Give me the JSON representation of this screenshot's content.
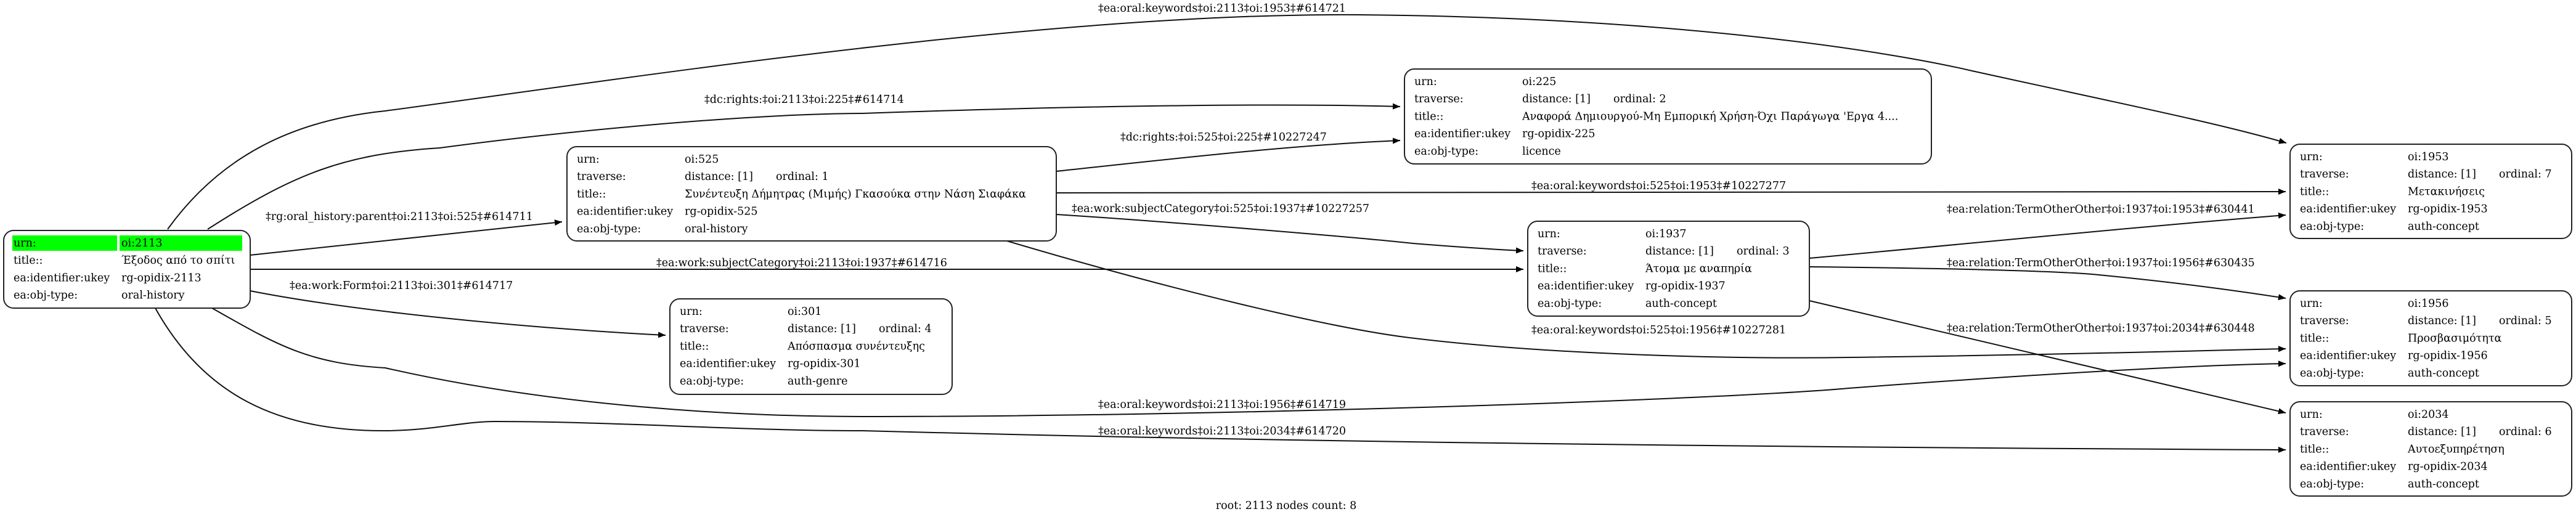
{
  "graph": {
    "footer": "root: 2113 nodes count: 8",
    "highlight_color": "#00ff00",
    "nodes": [
      {
        "id": "oi:2113",
        "root": true,
        "rows": [
          [
            "urn:",
            "oi:2113"
          ],
          [
            "title::",
            "Έξοδος από το σπίτι"
          ],
          [
            "ea:identifier:ukey",
            "rg-opidix-2113"
          ],
          [
            "ea:obj-type:",
            "oral-history"
          ]
        ]
      },
      {
        "id": "oi:525",
        "rows": [
          [
            "urn:",
            "oi:525"
          ],
          [
            "traverse:",
            "distance: [1]",
            "ordinal: 1"
          ],
          [
            "title::",
            "Συνέντευξη Δήμητρας (Μιμής) Γκασούκα στην Νάση Σιαφάκα"
          ],
          [
            "ea:identifier:ukey",
            "rg-opidix-525"
          ],
          [
            "ea:obj-type:",
            "oral-history"
          ]
        ]
      },
      {
        "id": "oi:225",
        "rows": [
          [
            "urn:",
            "oi:225"
          ],
          [
            "traverse:",
            "distance: [1]",
            "ordinal: 2"
          ],
          [
            "title::",
            "Αναφορά Δημιουργού-Μη Εμπορική Χρήση-Όχι Παράγωγα 'Εργα 4...."
          ],
          [
            "ea:identifier:ukey",
            "rg-opidix-225"
          ],
          [
            "ea:obj-type:",
            "licence"
          ]
        ]
      },
      {
        "id": "oi:301",
        "rows": [
          [
            "urn:",
            "oi:301"
          ],
          [
            "traverse:",
            "distance: [1]",
            "ordinal: 4"
          ],
          [
            "title::",
            "Απόσπασμα συνέντευξης"
          ],
          [
            "ea:identifier:ukey",
            "rg-opidix-301"
          ],
          [
            "ea:obj-type:",
            "auth-genre"
          ]
        ]
      },
      {
        "id": "oi:1937",
        "rows": [
          [
            "urn:",
            "oi:1937"
          ],
          [
            "traverse:",
            "distance: [1]",
            "ordinal: 3"
          ],
          [
            "title::",
            "Άτομα με αναπηρία"
          ],
          [
            "ea:identifier:ukey",
            "rg-opidix-1937"
          ],
          [
            "ea:obj-type:",
            "auth-concept"
          ]
        ]
      },
      {
        "id": "oi:1953",
        "rows": [
          [
            "urn:",
            "oi:1953"
          ],
          [
            "traverse:",
            "distance: [1]",
            "ordinal: 7"
          ],
          [
            "title::",
            "Μετακινήσεις"
          ],
          [
            "ea:identifier:ukey",
            "rg-opidix-1953"
          ],
          [
            "ea:obj-type:",
            "auth-concept"
          ]
        ]
      },
      {
        "id": "oi:1956",
        "rows": [
          [
            "urn:",
            "oi:1956"
          ],
          [
            "traverse:",
            "distance: [1]",
            "ordinal: 5"
          ],
          [
            "title::",
            "Προσβασιμότητα"
          ],
          [
            "ea:identifier:ukey",
            "rg-opidix-1956"
          ],
          [
            "ea:obj-type:",
            "auth-concept"
          ]
        ]
      },
      {
        "id": "oi:2034",
        "rows": [
          [
            "urn:",
            "oi:2034"
          ],
          [
            "traverse:",
            "distance: [1]",
            "ordinal: 6"
          ],
          [
            "title::",
            "Αυτοεξυπηρέτηση"
          ],
          [
            "ea:identifier:ukey",
            "rg-opidix-2034"
          ],
          [
            "ea:obj-type:",
            "auth-concept"
          ]
        ]
      }
    ],
    "edges": [
      {
        "from": "oi:2113",
        "to": "oi:1953",
        "label": "‡ea:oral:keywords‡oi:2113‡oi:1953‡#614721"
      },
      {
        "from": "oi:2113",
        "to": "oi:225",
        "label": "‡dc:rights:‡oi:2113‡oi:225‡#614714"
      },
      {
        "from": "oi:2113",
        "to": "oi:525",
        "label": "‡rg:oral_history:parent‡oi:2113‡oi:525‡#614711"
      },
      {
        "from": "oi:2113",
        "to": "oi:1937",
        "label": "‡ea:work:subjectCategory‡oi:2113‡oi:1937‡#614716"
      },
      {
        "from": "oi:2113",
        "to": "oi:301",
        "label": "‡ea:work:Form‡oi:2113‡oi:301‡#614717"
      },
      {
        "from": "oi:2113",
        "to": "oi:1956",
        "label": "‡ea:oral:keywords‡oi:2113‡oi:1956‡#614719"
      },
      {
        "from": "oi:2113",
        "to": "oi:2034",
        "label": "‡ea:oral:keywords‡oi:2113‡oi:2034‡#614720"
      },
      {
        "from": "oi:525",
        "to": "oi:225",
        "label": "‡dc:rights:‡oi:525‡oi:225‡#10227247"
      },
      {
        "from": "oi:525",
        "to": "oi:1953",
        "label": "‡ea:oral:keywords‡oi:525‡oi:1953‡#10227277"
      },
      {
        "from": "oi:525",
        "to": "oi:1937",
        "label": "‡ea:work:subjectCategory‡oi:525‡oi:1937‡#10227257"
      },
      {
        "from": "oi:525",
        "to": "oi:1956",
        "label": "‡ea:oral:keywords‡oi:525‡oi:1956‡#10227281"
      },
      {
        "from": "oi:1937",
        "to": "oi:1953",
        "label": "‡ea:relation:TermOtherOther‡oi:1937‡oi:1953‡#630441"
      },
      {
        "from": "oi:1937",
        "to": "oi:1956",
        "label": "‡ea:relation:TermOtherOther‡oi:1937‡oi:1956‡#630435"
      },
      {
        "from": "oi:1937",
        "to": "oi:2034",
        "label": "‡ea:relation:TermOtherOther‡oi:1937‡oi:2034‡#630448"
      }
    ]
  }
}
